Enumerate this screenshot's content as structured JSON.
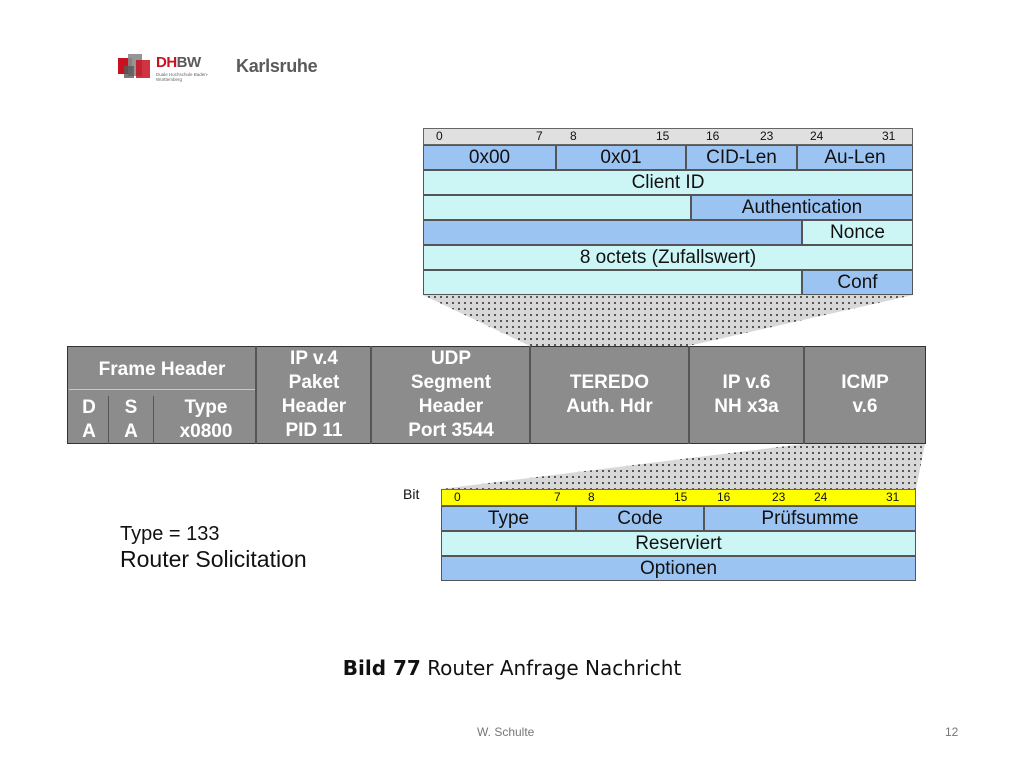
{
  "logo": {
    "brand_a": "DH",
    "brand_b": "BW",
    "sub": "Duale Hochschule Baden-Württemberg",
    "city": "Karlsruhe"
  },
  "teredo_auth": {
    "bits": [
      "0",
      "7",
      "8",
      "15",
      "16",
      "23",
      "24",
      "31"
    ],
    "fields": {
      "f1": "0x00",
      "f2": "0x01",
      "f3": "CID-Len",
      "f4": "Au-Len",
      "client_id": "Client ID",
      "authentication": "Authentication",
      "nonce": "Nonce",
      "octets": "8 octets (Zufallswert)",
      "conf": "Conf"
    }
  },
  "packet": {
    "frame_header": "Frame Header",
    "da": [
      "D",
      "A"
    ],
    "sa": [
      "S",
      "A"
    ],
    "type": [
      "Type",
      "x0800"
    ],
    "ipv4": [
      "IP v.4",
      "Paket",
      "Header",
      "PID 11"
    ],
    "udp": [
      "UDP",
      "Segment",
      "Header",
      "Port 3544"
    ],
    "teredo": [
      "TEREDO",
      "Auth. Hdr"
    ],
    "ipv6": [
      "IP v.6",
      "NH x3a"
    ],
    "icmp": [
      "ICMP",
      "v.6"
    ]
  },
  "icmp_msg": {
    "bit_label": "Bit",
    "bits": [
      "0",
      "7",
      "8",
      "15",
      "16",
      "23",
      "24",
      "31"
    ],
    "fields": {
      "type": "Type",
      "code": "Code",
      "checksum": "Prüfsumme",
      "reserved": "Reserviert",
      "options": "Optionen"
    }
  },
  "router_solicitation": {
    "type_line": "Type = 133",
    "name": "Router Solicitation"
  },
  "caption": {
    "bold": "Bild 77",
    "text": "Router Anfrage Nachricht"
  },
  "footer": {
    "author": "W. Schulte",
    "page": "12"
  },
  "colors": {
    "field_blue": "#9cc4f2",
    "field_cyan": "#ccf6f6",
    "bar_gray": "#8c8c8c",
    "bit_yellow": "#ffff00",
    "brand_red": "#c8101e"
  }
}
